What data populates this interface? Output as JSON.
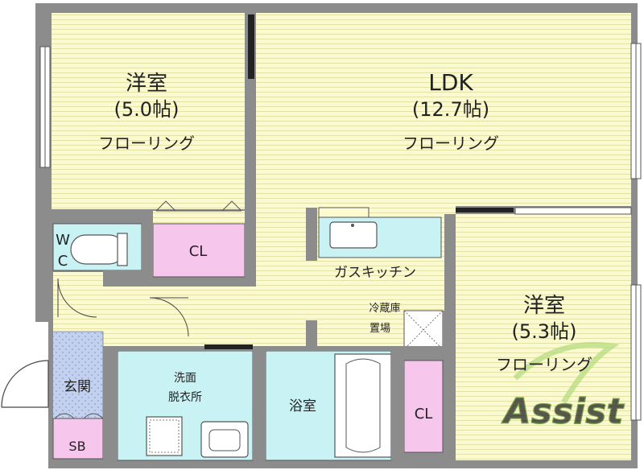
{
  "rooms": {
    "western_room_1": {
      "name": "洋室",
      "size": "(5.0帖)",
      "floor": "フローリング"
    },
    "ldk": {
      "name": "LDK",
      "size": "(12.7帖)",
      "floor": "フローリング"
    },
    "western_room_2": {
      "name": "洋室",
      "size": "(5.3帖)",
      "floor": "フローリング"
    },
    "closet_1": {
      "name": "CL"
    },
    "closet_2": {
      "name": "CL"
    },
    "toilet": {
      "line1": "W",
      "line2": "C"
    },
    "kitchen": {
      "name": "ガスキッチン"
    },
    "fridge": {
      "line1": "冷蔵庫",
      "line2": "置場"
    },
    "washroom": {
      "line1": "洗面",
      "line2": "脱衣所"
    },
    "bathroom": {
      "name": "浴室"
    },
    "entrance": {
      "name": "玄関"
    },
    "shoe_box": {
      "name": "SB"
    }
  },
  "watermark": {
    "text": "Assist"
  },
  "colors": {
    "flooring": "#fafad2",
    "flooring_line": "#e2dfa0",
    "wall": "#8c8c8c",
    "closet": "#f7c6ec",
    "wet_area": "#c9f2f5",
    "entrance_tile": "#b9c9ea",
    "watermark": "#8cc63f"
  }
}
